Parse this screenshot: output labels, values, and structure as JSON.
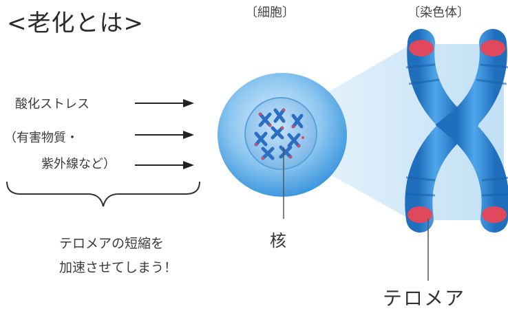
{
  "title": "<老化とは>",
  "headers": {
    "cell": "〔細胞〕",
    "chromosome": "〔染色体〕"
  },
  "causes": {
    "line1": "酸化ストレス",
    "line2": "（有害物質・",
    "line3": "紫外線など）"
  },
  "conclusion": {
    "line1": "テロメアの短縮を",
    "line2": "加速させてしまう！"
  },
  "labels": {
    "nucleus": "核",
    "telomere": "テロメア"
  },
  "colors": {
    "cell_blue": "#4aa3e6",
    "chromosome_blue": "#2f86d6",
    "telomere_red": "#e0485e",
    "zoom_beam": "#cfe6f7"
  }
}
